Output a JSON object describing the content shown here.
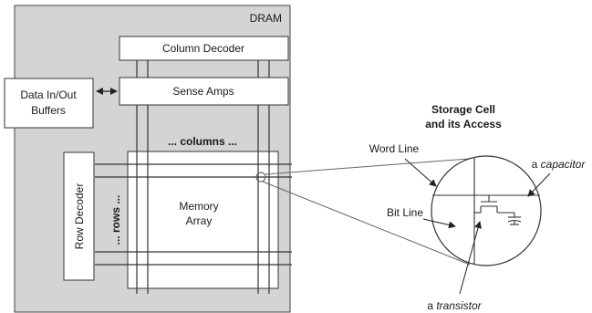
{
  "dram_label": "DRAM",
  "blocks": {
    "column_decoder": "Column Decoder",
    "sense_amps": "Sense Amps",
    "data_io_line1": "Data In/Out",
    "data_io_line2": "Buffers",
    "row_decoder": "Row Decoder",
    "memory_array_line1": "Memory",
    "memory_array_line2": "Array"
  },
  "dimension_labels": {
    "columns": "... columns ...",
    "rows": "... rows ..."
  },
  "storage_cell": {
    "title_line1": "Storage Cell",
    "title_line2": "and its Access",
    "word_line": "Word Line",
    "bit_line": "Bit Line",
    "capacitor_article": "a ",
    "capacitor": "capacitor",
    "transistor_article": "a ",
    "transistor": "transistor"
  },
  "colors": {
    "dram_background": "#d4d4d4",
    "block_fill": "#ffffff",
    "stroke": "#333333"
  }
}
